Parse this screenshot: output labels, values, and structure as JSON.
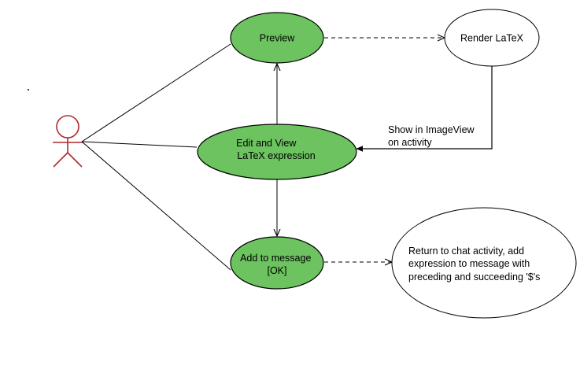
{
  "diagram": {
    "colors": {
      "use_case_fill": "#6cc35f",
      "use_case_stroke": "#000000",
      "plain_fill": "#ffffff",
      "actor": "#b02a2a",
      "connector": "#000000",
      "dashed_connector": "#000000"
    },
    "actor": {
      "icon": "stick-figure-icon"
    },
    "nodes": {
      "preview": {
        "lines": [
          "Preview"
        ]
      },
      "render": {
        "lines": [
          "Render LaTeX"
        ]
      },
      "edit": {
        "lines": [
          "Edit and View",
          "LaTeX expression"
        ]
      },
      "add": {
        "lines": [
          "Add to message",
          "[OK]"
        ]
      },
      "return": {
        "lines": [
          "Return to chat activity, add",
          "expression to message with",
          "preceding and succeeding '$'s"
        ]
      }
    },
    "edges": {
      "show_label": {
        "lines": [
          "Show in ImageView",
          "on activity"
        ]
      }
    }
  }
}
